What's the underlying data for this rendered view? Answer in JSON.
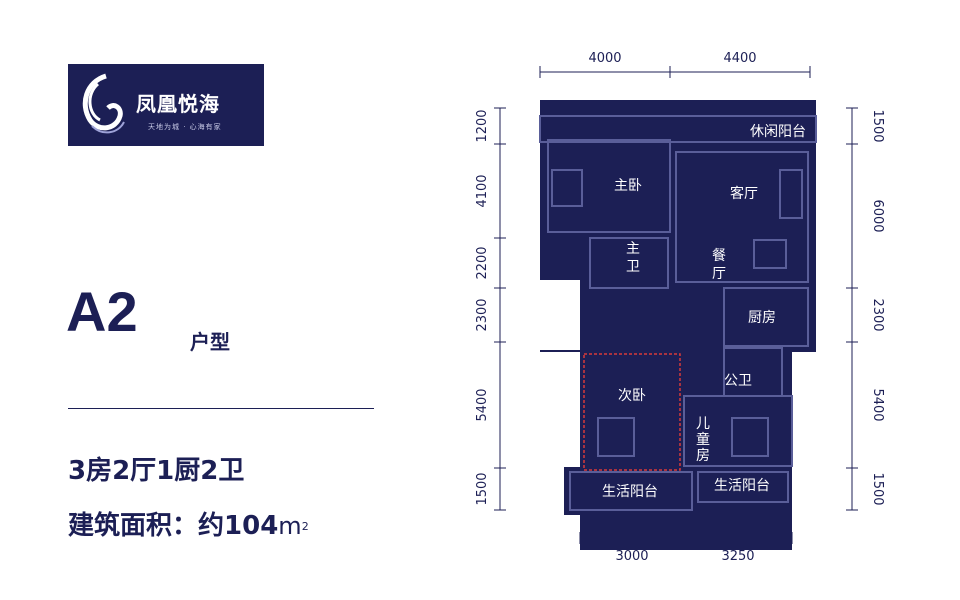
{
  "brand": {
    "name": "凤凰悦海",
    "tagline": "天地为城 · 心海有家",
    "logo_color": "#1c1f55"
  },
  "unit": {
    "code": "A2",
    "type_label": "户型",
    "layout": "3房2厅1厨2卫",
    "area_label": "建筑面积：约",
    "area_value": "104",
    "area_unit": "m",
    "area_sup": "2"
  },
  "dimensions": {
    "top": [
      "4000",
      "4400"
    ],
    "bottom": [
      "3000",
      "3250"
    ],
    "left": [
      "1200",
      "4100",
      "2200",
      "2300",
      "5400",
      "1500"
    ],
    "right": [
      "1500",
      "6000",
      "2300",
      "5400",
      "1500"
    ]
  },
  "rooms": {
    "leisure_balcony": "休闲阳台",
    "master_bedroom": "主卧",
    "master_bath_1": "主",
    "master_bath_2": "卫",
    "living_room": "客厅",
    "dining_1": "餐",
    "dining_2": "厅",
    "kitchen": "厨房",
    "public_bath": "公卫",
    "second_bedroom": "次卧",
    "kids_room_1": "儿",
    "kids_room_2": "童",
    "kids_room_3": "房",
    "life_balcony_left": "生活阳台",
    "life_balcony_right": "生活阳台"
  },
  "colors": {
    "plan_fill": "#1c1f55",
    "plan_line": "#5a5e99",
    "highlight": "#d63a3a"
  }
}
